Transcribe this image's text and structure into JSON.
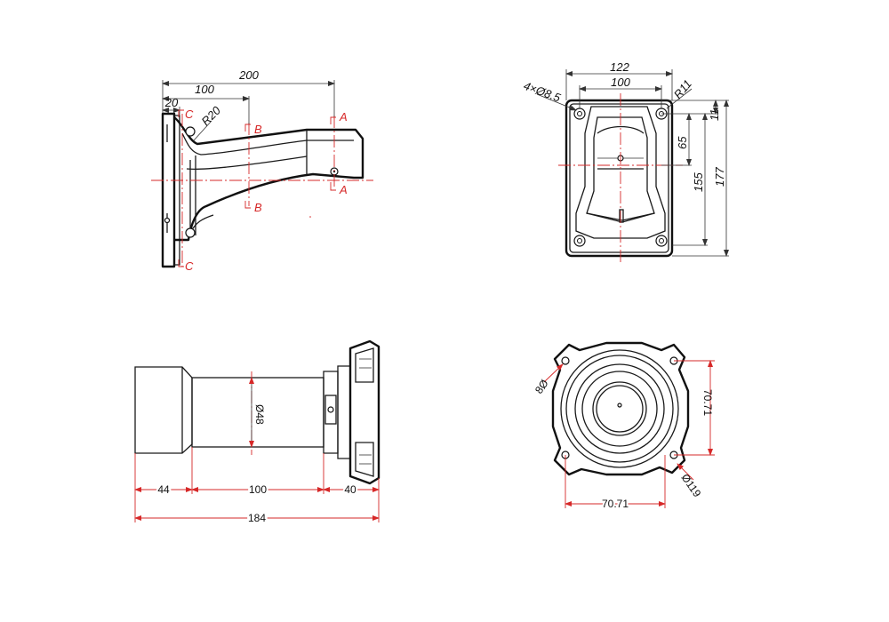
{
  "side_view": {
    "dim_total": "200",
    "dim_half": "100",
    "dim_flange": "20",
    "radius": "R20",
    "section_a": "A",
    "section_b": "B",
    "section_c": "C"
  },
  "back_view": {
    "holes": "4×Ø8.5",
    "dim_width_outer": "122",
    "dim_width_inner": "100",
    "radius": "R11",
    "dim_11": "11",
    "dim_65": "65",
    "dim_155": "155",
    "dim_177": "177"
  },
  "bottom_view": {
    "dim_44": "44",
    "dim_100": "100",
    "dim_40": "40",
    "dim_184": "184",
    "diameter": "Ø48"
  },
  "flange_view": {
    "hole": "8Ø",
    "pcd_vertical": "70.71",
    "pcd_horizontal": "70.71",
    "diameter": "Ø119"
  }
}
